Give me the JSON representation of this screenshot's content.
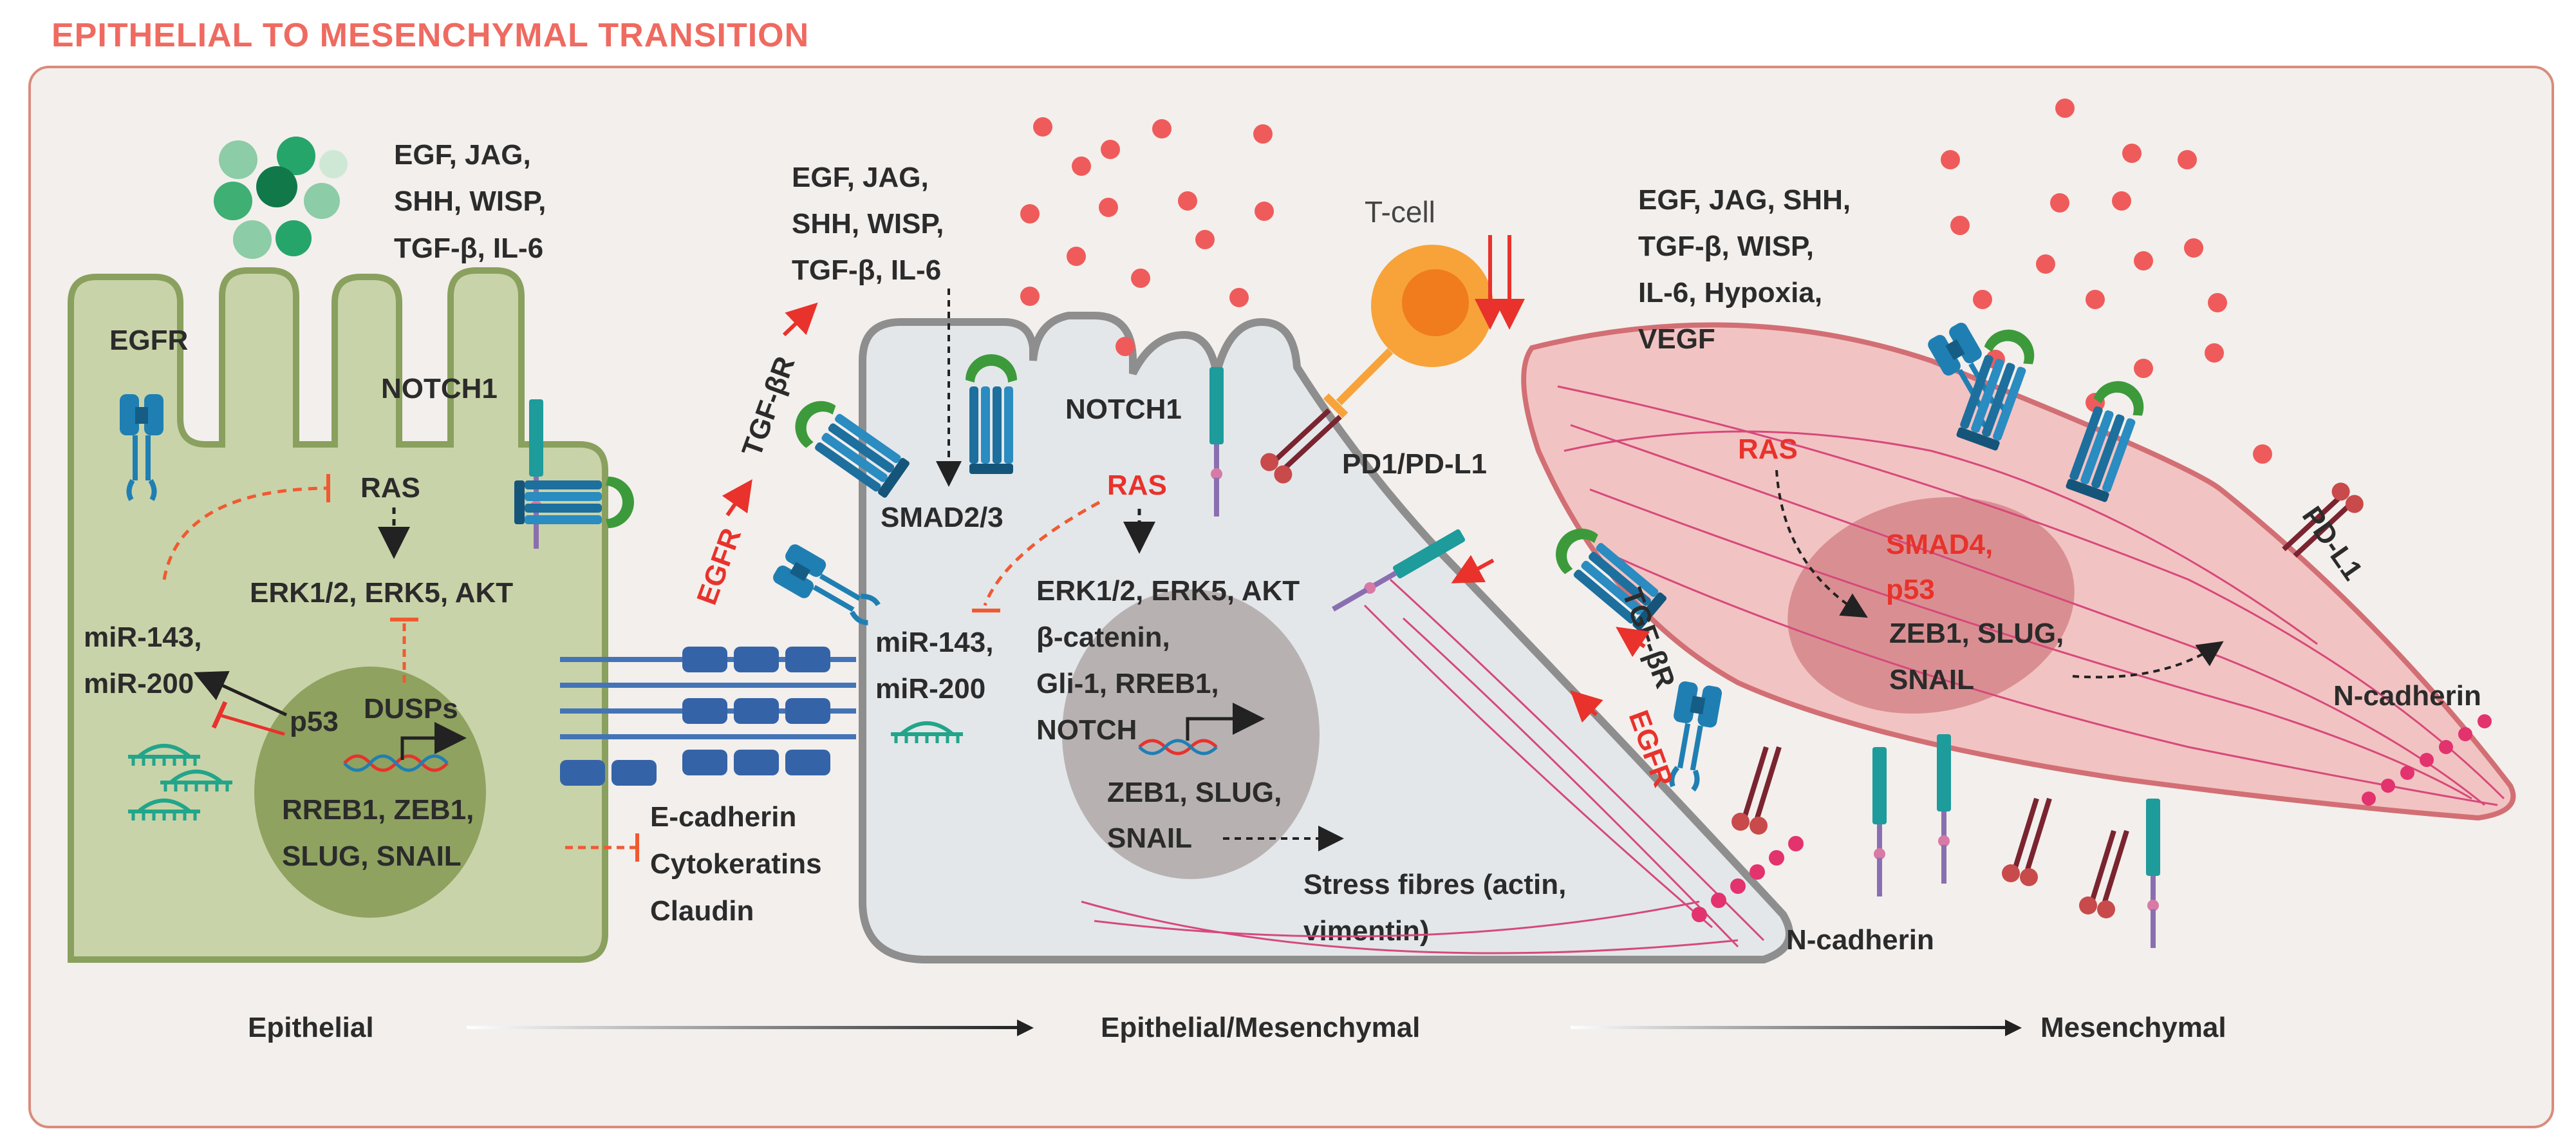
{
  "title": "EPITHELIAL TO MESENCHYMAL TRANSITION",
  "colors": {
    "title": "#ef6a60",
    "panel_bg": "#f3efec",
    "panel_border": "#d98c7c",
    "epithelial_cell": "#c9d3a9",
    "epithelial_border": "#8aa05e",
    "epithelial_nucleus": "#8fa260",
    "em_cell": "#e3e7ea",
    "em_border": "#8e8e8e",
    "em_nucleus": "#b8b1b2",
    "mesenchymal_cell": "#f2c3c3",
    "mesenchymal_border": "#d26f74",
    "mesenchymal_nucleus": "#d98f92",
    "inhibition": "#f05a32",
    "activation": "#222222",
    "ligand_red": "#ef5b5b",
    "receptor_blue": "#1f7fb3",
    "receptor_green": "#4a9b3a",
    "tcell_orange": "#f7a33a"
  },
  "epithelial": {
    "ligands": [
      "EGF, JAG,",
      "SHH, WISP,",
      "TGF-β, IL-6"
    ],
    "egfr": "EGFR",
    "notch1": "NOTCH1",
    "ras": "RAS",
    "erk": "ERK1/2, ERK5, AKT",
    "mir": [
      "miR-143,",
      "miR-200"
    ],
    "p53": "p53",
    "dusps": "DUSPs",
    "targets": [
      "RREB1, ZEB1,",
      "SLUG, SNAIL"
    ],
    "adhesion": [
      "E-cadherin",
      "Cytokeratins",
      "Claudin"
    ],
    "stage_label": "Epithelial"
  },
  "intermediate": {
    "ligands": [
      "EGF, JAG,",
      "SHH, WISP,",
      "TGF-β, IL-6"
    ],
    "tgfbr": "TGF-βR",
    "egfr": "EGFR",
    "smad": "SMAD2/3",
    "notch1": "NOTCH1",
    "ras": "RAS",
    "erk": [
      "ERK1/2, ERK5, AKT",
      "β-catenin,",
      "Gli-1, RREB1,",
      "NOTCH"
    ],
    "mir": [
      "miR-143,",
      "miR-200"
    ],
    "targets": [
      "ZEB1, SLUG,",
      "SNAIL"
    ],
    "stress": [
      "Stress fibres (actin,",
      "vimentin)"
    ],
    "tcell": "T-cell",
    "pd1": "PD1/PD-L1",
    "stage_label": "Epithelial/Mesenchymal"
  },
  "mesenchymal": {
    "ligands": [
      "EGF, JAG, SHH,",
      "TGF-β, WISP,",
      "IL-6, Hypoxia,",
      "VEGF"
    ],
    "tgfbr": "TGF-βR",
    "egfr": "EGFR",
    "ras": "RAS",
    "smad": [
      "SMAD4,",
      "p53"
    ],
    "targets": [
      "ZEB1, SLUG,",
      "SNAIL"
    ],
    "pdl1": "PD-L1",
    "ncad_right": "N-cadherin",
    "ncad_bottom": "N-cadherin",
    "stage_label": "Mesenchymal"
  }
}
